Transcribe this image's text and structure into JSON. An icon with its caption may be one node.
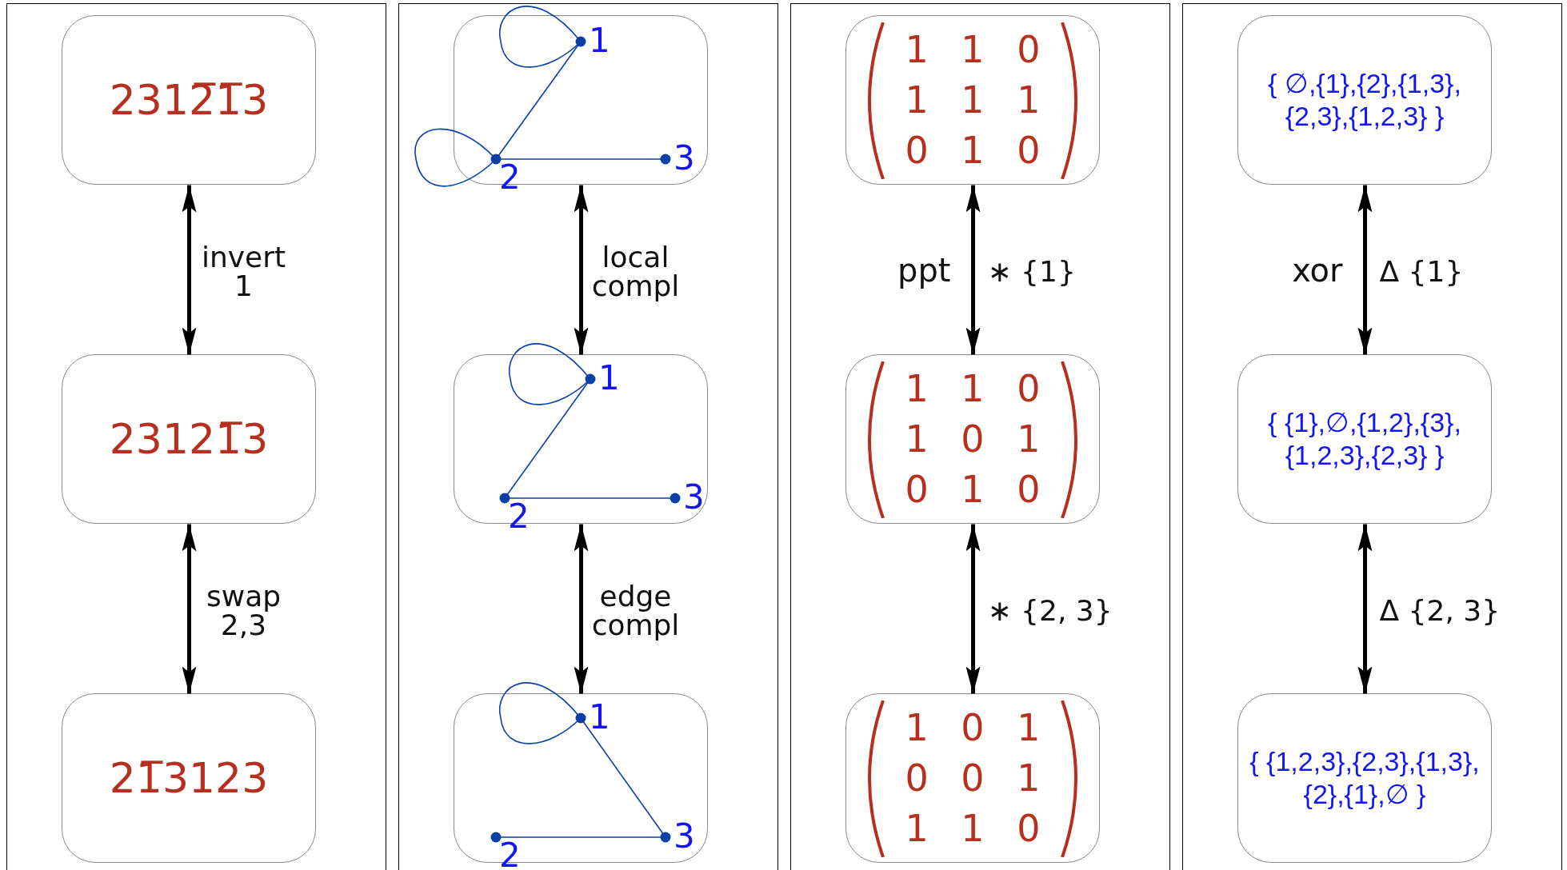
{
  "diagram": {
    "nodes": [
      {
        "text": [],
        "shape": "box"
      },
      {
        "text": [
          "2312̅1̅3"
        ],
        "in": 0
      },
      {
        "text": [
          "23121̅3"
        ],
        "in": 0
      },
      {
        "text": [
          "21̅3123"
        ],
        "in": 0
      },
      {
        "text": [],
        "shape": "box"
      },
      {
        "text": [
          "1",
          "2",
          "3"
        ],
        "in": 4
      },
      {
        "text": [
          "1",
          "2",
          "3"
        ],
        "in": 4
      },
      {
        "text": [
          "1",
          "2",
          "3"
        ],
        "in": 4
      },
      {
        "text": [],
        "shape": "box"
      },
      {
        "text": [
          "1 1 0",
          "1 1 1",
          "0 1 0"
        ],
        "in": 8
      },
      {
        "text": [
          "1 1 0",
          "1 0 1",
          "0 1 0"
        ],
        "in": 8
      },
      {
        "text": [
          "1 0 1",
          "0 0 1",
          "1 1 0"
        ],
        "in": 8
      },
      {
        "text": [],
        "shape": "box"
      },
      {
        "text": [
          "{ ∅,{1},{2},{1,3}, {2,3},{1,2,3} }"
        ],
        "in": 12
      },
      {
        "text": [
          "{ {1},∅,{1,2},{3}, {1,2,3},{2,3} }"
        ],
        "in": 12
      },
      {
        "text": [
          "{ {1,2,3},{2,3},{1,3}, {2},{1},∅ }"
        ],
        "in": 12
      }
    ],
    "edges": [
      {
        "from": 1,
        "to": 2,
        "arrow": "both",
        "label": "invert 1"
      },
      {
        "from": 2,
        "to": 3,
        "arrow": "both",
        "label": "swap 2,3"
      },
      {
        "from": 5,
        "to": 6,
        "arrow": "both",
        "label": "local compl"
      },
      {
        "from": 6,
        "to": 7,
        "arrow": "both",
        "label": "edge compl"
      },
      {
        "from": 9,
        "to": 10,
        "arrow": "both",
        "label": "∗ {1}"
      },
      {
        "from": 10,
        "to": 11,
        "arrow": "both",
        "label": "∗ {2, 3}"
      },
      {
        "from": 13,
        "to": 14,
        "arrow": "both",
        "label": "Δ {1}"
      },
      {
        "from": 14,
        "to": 15,
        "arrow": "both",
        "label": "Δ {2, 3}"
      }
    ],
    "labels": [
      "ppt",
      "xor"
    ]
  }
}
